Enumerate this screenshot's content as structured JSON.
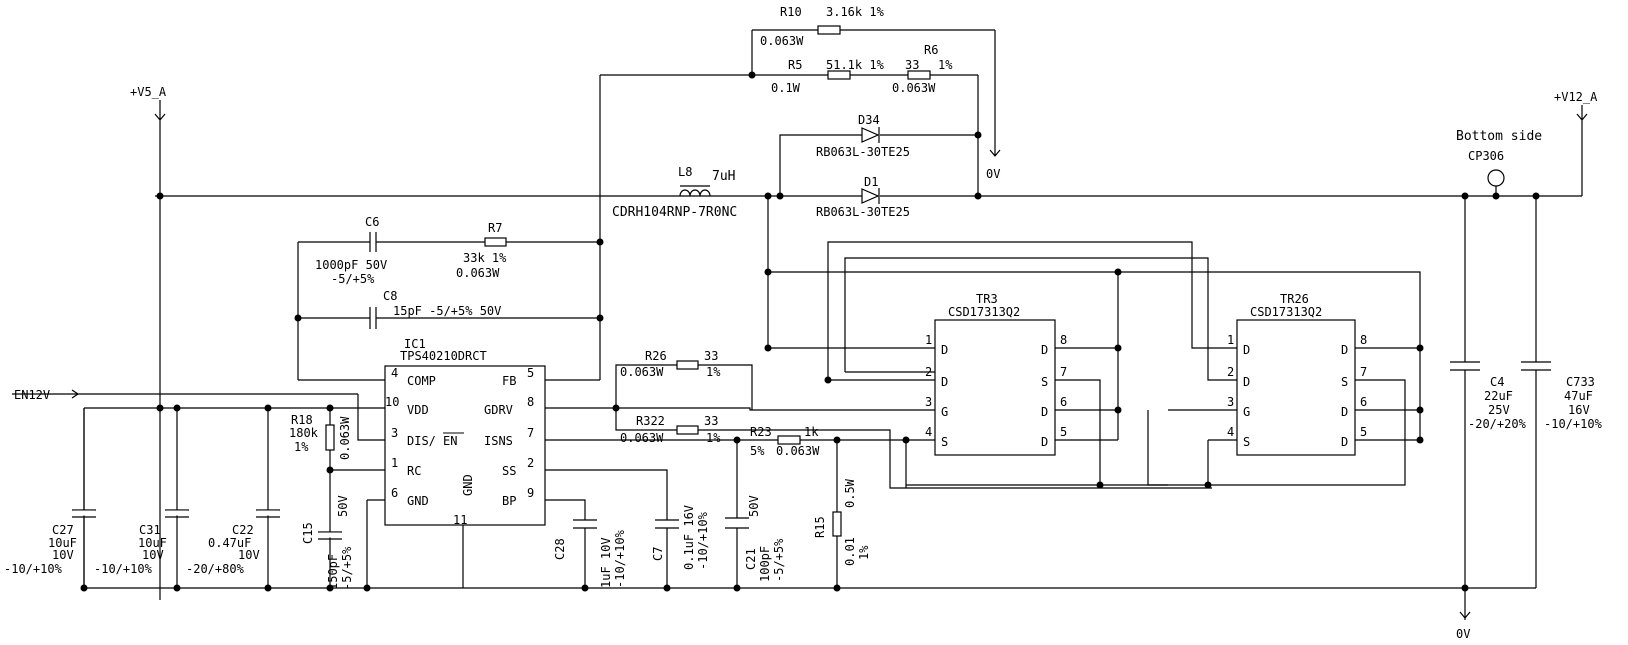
{
  "diagram": {
    "type": "electrical-schematic",
    "labels": {
      "R10_name": "R10",
      "R10_val": "3.16k 1%",
      "R10_pwr": "0.063W",
      "R5_name": "R5",
      "R5_val": "51.1k 1%",
      "R5_pwr": "0.1W",
      "R6_name": "R6",
      "R6_val": "33",
      "R6_tol": "1%",
      "R6_pwr": "0.063W",
      "D34_name": "D34",
      "D34_part": "RB063L-30TE25",
      "D1_name": "D1",
      "D1_part": "RB063L-30TE25",
      "L8_name": "L8",
      "L8_val": "7uH",
      "L8_part": "CDRH104RNP-7R0NC",
      "V5": "+V5_A",
      "V12": "+V12_A",
      "ov_top": "0V",
      "ov_bottom": "0V",
      "bottom_side": "Bottom side",
      "CP306": "CP306",
      "C6_name": "C6",
      "C6_val": "1000pF 50V",
      "C6_tol": "-5/+5%",
      "R7_name": "R7",
      "R7_val": "33k 1%",
      "R7_pwr": "0.063W",
      "C8_name": "C8",
      "C8_val": "15pF -5/+5% 50V",
      "IC1_name": "IC1",
      "IC1_part": "TPS40210DRCT",
      "p4": "4",
      "p4n": "COMP",
      "p10": "10",
      "p10n": "VDD",
      "p3": "3",
      "p3n": "DIS/",
      "p3en": "EN",
      "p1": "1",
      "p1n": "RC",
      "p6": "6",
      "p6n": "GND",
      "p11": "11",
      "p11n": "GND",
      "p5": "5",
      "p5n": "FB",
      "p8": "8",
      "p8n": "GDRV",
      "p7": "7",
      "p7n": "ISNS",
      "p2": "2",
      "p2n": "SS",
      "p9": "9",
      "p9n": "BP",
      "EN12V": "EN12V",
      "R18_name": "R18",
      "R18_val": "180k",
      "R18_tol": "1%",
      "R18_pwr": "0.063W",
      "R26_name": "R26",
      "R26_val": "33",
      "R26_pwr": "0.063W",
      "R26_tol": "1%",
      "R322_name": "R322",
      "R322_val": "33",
      "R322_pwr": "0.063W",
      "R322_tol": "1%",
      "R23_name": "R23",
      "R23_val": "1k",
      "R23_tol": "5%",
      "R23_pwr": "0.063W",
      "TR3_name": "TR3",
      "TR3_part": "CSD17313Q2",
      "TR26_name": "TR26",
      "TR26_part": "CSD17313Q2",
      "q1": "1",
      "q2": "2",
      "q3": "3",
      "q4": "4",
      "q5": "5",
      "q6": "6",
      "q7": "7",
      "q8": "8",
      "D": "D",
      "S": "S",
      "G": "G",
      "C27_name": "C27",
      "C27_val": "10uF",
      "C27_v": "10V",
      "C27_tol": "-10/+10%",
      "C31_name": "C31",
      "C31_val": "10uF",
      "C31_v": "10V",
      "C31_tol": "-10/+10%",
      "C22_name": "C22",
      "C22_val": "0.47uF",
      "C22_v": "10V",
      "C22_tol": "-20/+80%",
      "C15_name": "C15",
      "C15_v": "50V",
      "C15_val": "150pF",
      "C15_tol": "-5/+5%",
      "C28_name": "C28",
      "C28_val": "1uF 10V",
      "C28_tol": "-10/+10%",
      "C7_name": "C7",
      "C7_val": "0.1uF 16V",
      "C7_tol": "-10/+10%",
      "C21_name": "C21",
      "C21_v": "50V",
      "C21_val": "100pF",
      "C21_tol": "-5/+5%",
      "R15_name": "R15",
      "R15_pwr": "0.5W",
      "R15_val": "0.01",
      "R15_tol": "1%",
      "C4_name": "C4",
      "C4_val": "22uF",
      "C4_v": "25V",
      "C4_tol": "-20/+20%",
      "C733_name": "C733",
      "C733_val": "47uF",
      "C733_v": "16V",
      "C733_tol": "-10/+10%"
    }
  }
}
